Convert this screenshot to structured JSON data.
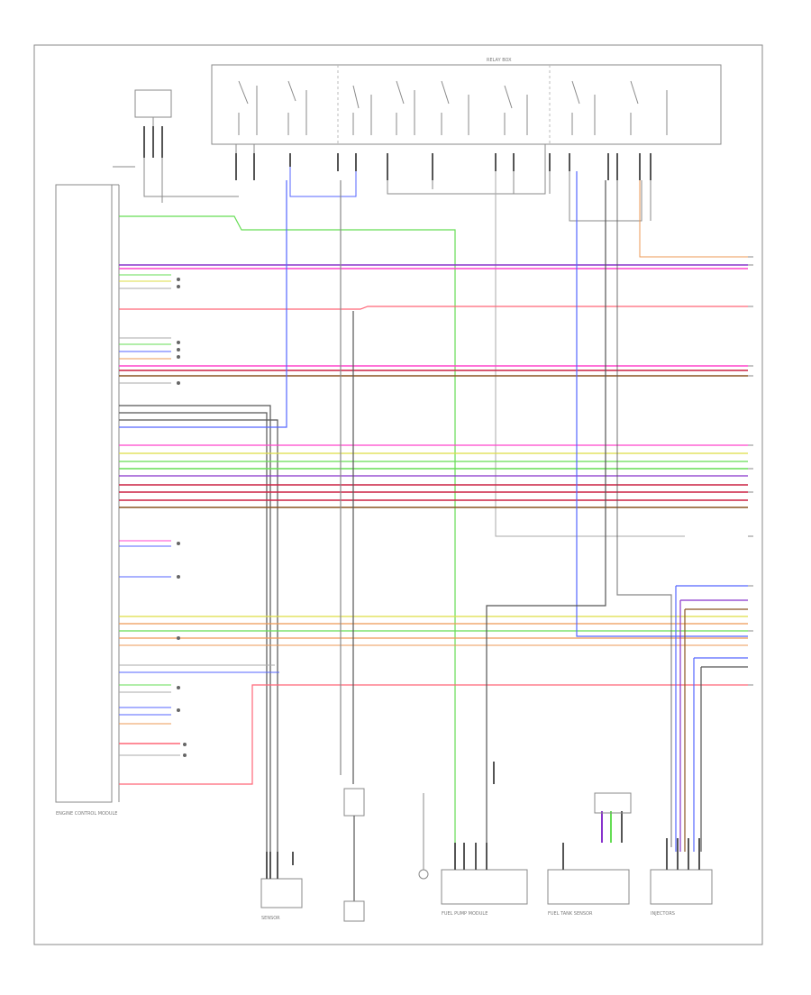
{
  "diagram": {
    "figure_id": "",
    "boxes": {
      "ecm": "ENGINE CONTROL MODULE",
      "relay_box": "RELAY BOX",
      "fuel_pump_module": "FUEL PUMP MODULE",
      "fuel_tank_sensor": "FUEL TANK SENSOR",
      "inj_right": "INJECTORS",
      "sensor_left": "SENSOR"
    },
    "colors": {
      "green": "#66dd55",
      "purple": "#8833cc",
      "magenta": "#ff44cc",
      "red": "#ff6677",
      "blue": "#5566ff",
      "dark": "#555555",
      "crimson": "#cc2244",
      "orange": "#ee9955",
      "yellow": "#dddd44",
      "gray": "#aaaaaa"
    }
  }
}
